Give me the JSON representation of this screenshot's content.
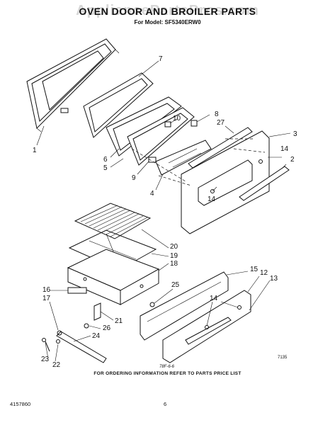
{
  "header": {
    "watermark": "AppliancePartsPros.com",
    "title": "OVEN DOOR AND BROILER PARTS",
    "model_line": "For Model: SF5340ERW0"
  },
  "diagram": {
    "callouts": [
      "1",
      "2",
      "3",
      "4",
      "5",
      "6",
      "7",
      "8",
      "9",
      "10",
      "14",
      "14",
      "27",
      "12",
      "13",
      "14",
      "15",
      "16",
      "17",
      "18",
      "19",
      "20",
      "21",
      "22",
      "23",
      "24",
      "25",
      "26"
    ],
    "drawing_code": "7135",
    "handwritten_mark": "78F-6-6"
  },
  "footer": {
    "note": "FOR ORDERING INFORMATION REFER TO PARTS PRICE LIST",
    "doc_number": "4157860",
    "page_number": "6"
  }
}
